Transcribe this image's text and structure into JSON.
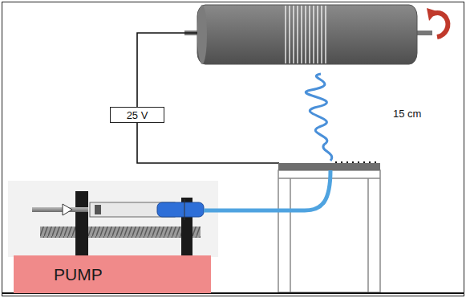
{
  "diagram": {
    "nodes": [
      {
        "text": [
          "25 V"
        ]
      },
      {
        "text": [
          "PUMP"
        ]
      }
    ],
    "labels": [
      "15 cm"
    ]
  }
}
